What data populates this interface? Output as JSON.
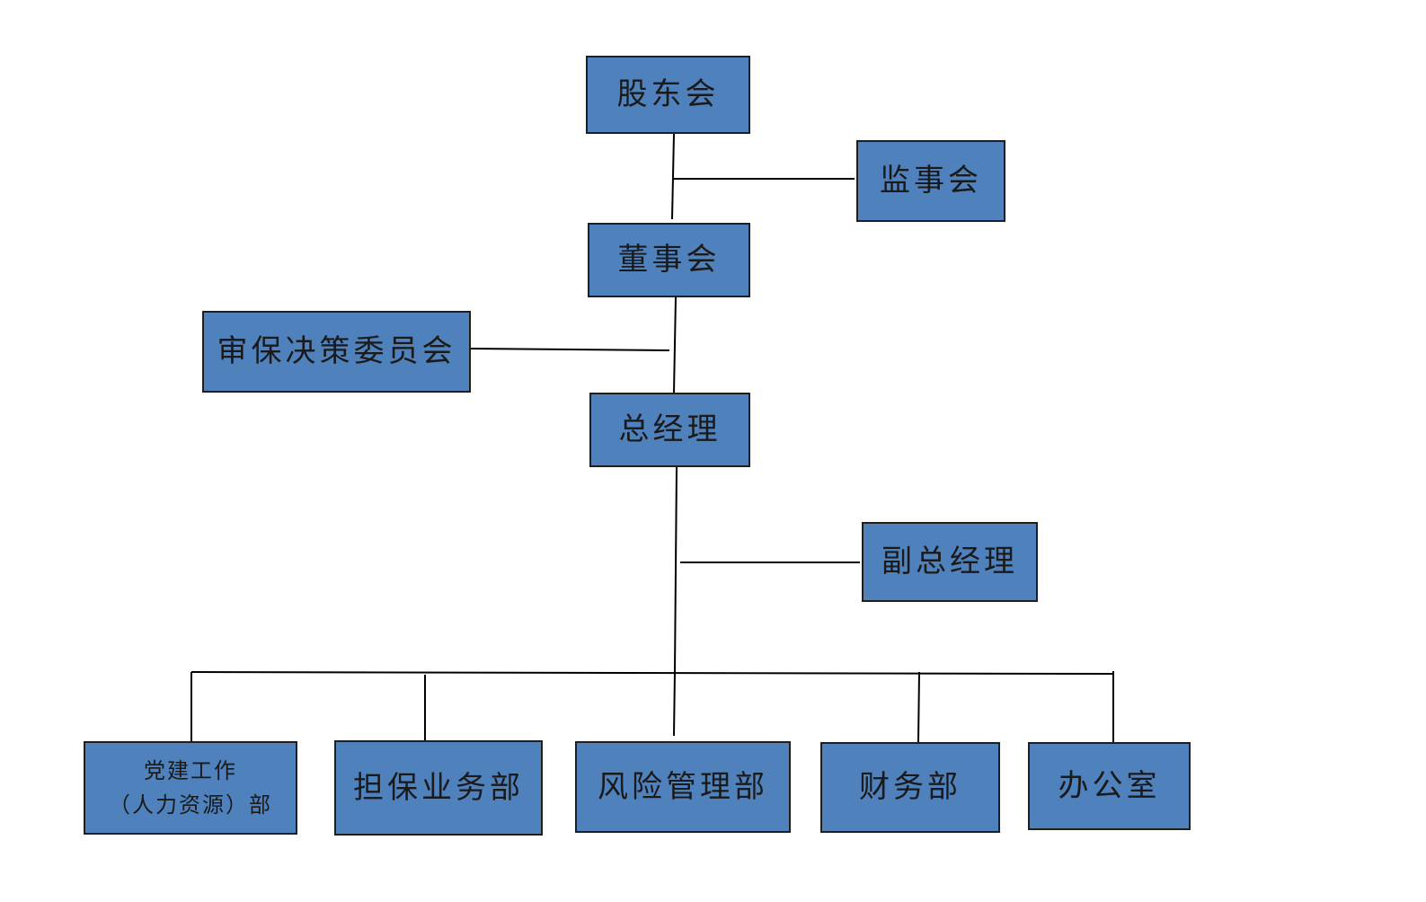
{
  "org_chart": {
    "shareholders": "股东会",
    "supervisors": "监事会",
    "board": "董事会",
    "committee": "审保决策委员会",
    "general_manager": "总经理",
    "deputy_gm": "副总经理",
    "departments": {
      "party_hr_line1": "党建工作",
      "party_hr_line2": "（人力资源）部",
      "guarantee": "担保业务部",
      "risk": "风险管理部",
      "finance": "财务部",
      "office": "办公室"
    }
  },
  "colors": {
    "box_fill": "#4f81bd",
    "box_border": "#1f1f1f",
    "connector": "#000000"
  }
}
